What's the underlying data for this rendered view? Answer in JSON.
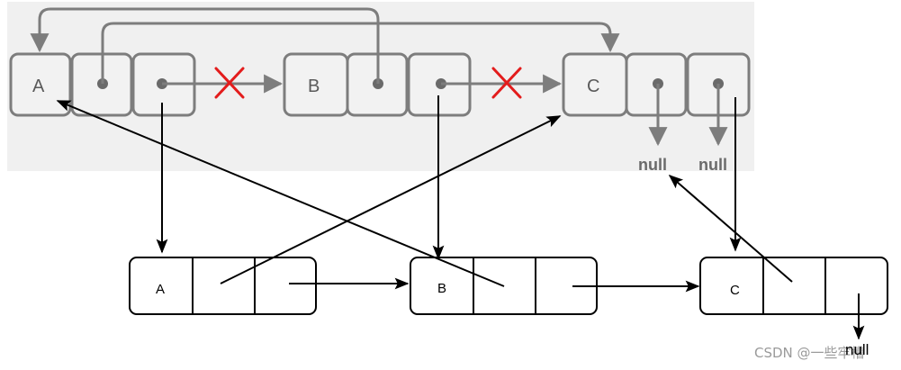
{
  "top_list": {
    "nodes": [
      {
        "label": "A"
      },
      {
        "label": "B"
      },
      {
        "label": "C"
      }
    ],
    "null_labels": [
      "null",
      "null"
    ],
    "broken_marker": "✕"
  },
  "bottom_list": {
    "nodes": [
      {
        "label": "A"
      },
      {
        "label": "B"
      },
      {
        "label": "C"
      }
    ],
    "null_label": "null"
  },
  "watermark": "CSDN @一些牢槽",
  "colors": {
    "top_stroke": "#7d7d7d",
    "top_fill": "#f2f2f2",
    "top_band": "#f0f0f0",
    "cross": "#e31c1c",
    "bottom_stroke": "#000000"
  }
}
